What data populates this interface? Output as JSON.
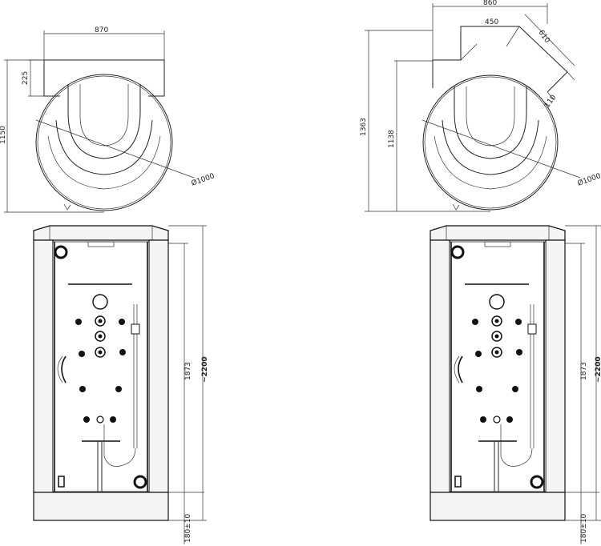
{
  "left_plan": {
    "width_label": "870",
    "depth_label": "1150",
    "offset_label": "225",
    "diameter_label": "Ø1000"
  },
  "right_plan": {
    "width_label": "860",
    "inner_label": "450",
    "diag_label": "610",
    "corner_label": "110",
    "depth_outer_label": "1363",
    "depth_inner_label": "1138",
    "diameter_label": "Ø1000"
  },
  "left_elevation": {
    "inner_height_label": "1873",
    "total_height_label": "~2200",
    "base_label": "180±10"
  },
  "right_elevation": {
    "inner_height_label": "1873",
    "total_height_label": "~2200",
    "base_label": "180±10"
  }
}
